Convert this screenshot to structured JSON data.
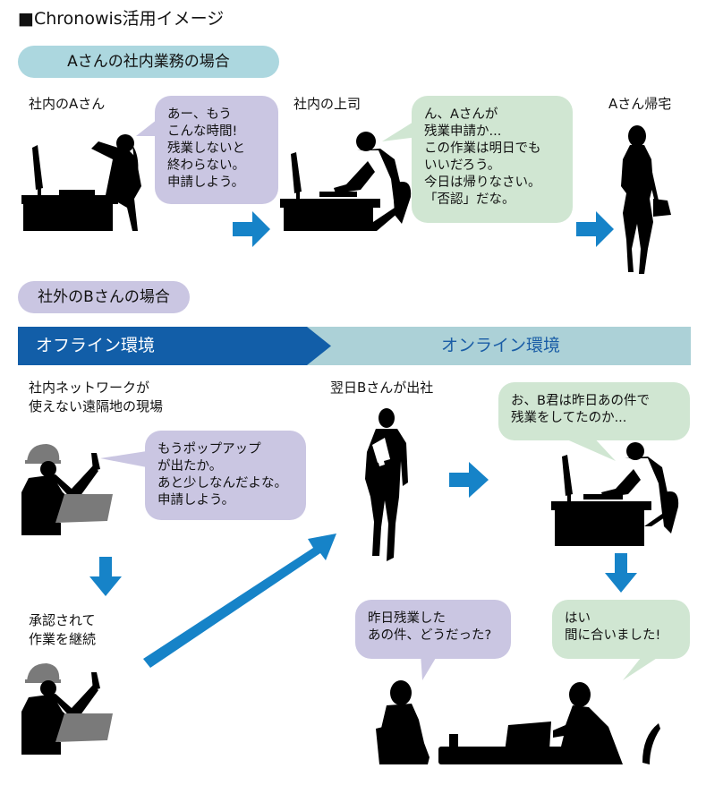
{
  "title": "■Chronowis活用イメージ",
  "colors": {
    "arrow": "#1683c8",
    "banner_offline": "#125ea8",
    "banner_online": "#acd1d7",
    "bubble_purple": "#cac6e2",
    "bubble_green": "#d0e6d2",
    "pill_a": "#acd7df",
    "pill_b": "#cac6e2"
  },
  "scenario_a": {
    "heading": "Aさんの社内業務の場合",
    "steps": [
      {
        "label": "社内のAさん",
        "figure": "woman-at-desk-silhouette",
        "bubble": "あー、もう\nこんな時間!\n残業しないと\n終わらない。\n申請しよう。"
      },
      {
        "label": "社内の上司",
        "figure": "man-at-desk-silhouette",
        "bubble": "ん、Aさんが\n残業申請か...\nこの作業は明日でも\nいいだろう。\n今日は帰りなさい。\n「否認」だな。"
      },
      {
        "label": "Aさん帰宅",
        "figure": "woman-walking-silhouette"
      }
    ]
  },
  "scenario_b": {
    "heading": "社外のBさんの場合",
    "banner": {
      "offline": "オフライン環境",
      "online": "オンライン環境"
    },
    "steps": [
      {
        "label": "社内ネットワークが\n使えない遠隔地の現場",
        "figure": "worker-with-laptop-silhouette",
        "bubble": "もうポップアップ\nが出たか。\nあと少しなんだよな。\n申請しよう。"
      },
      {
        "label": "承認されて\n作業を継続",
        "figure": "worker-with-laptop-silhouette"
      },
      {
        "label": "翌日Bさんが出社",
        "figure": "man-walking-silhouette"
      },
      {
        "figure": "man-at-desk-silhouette",
        "bubble": "お、B君は昨日あの件で\n残業をしてたのか..."
      },
      {
        "figure": "meeting-silhouette",
        "bubbles": [
          "昨日残業した\nあの件、どうだった?",
          "はい\n間に合いました!"
        ]
      }
    ]
  }
}
